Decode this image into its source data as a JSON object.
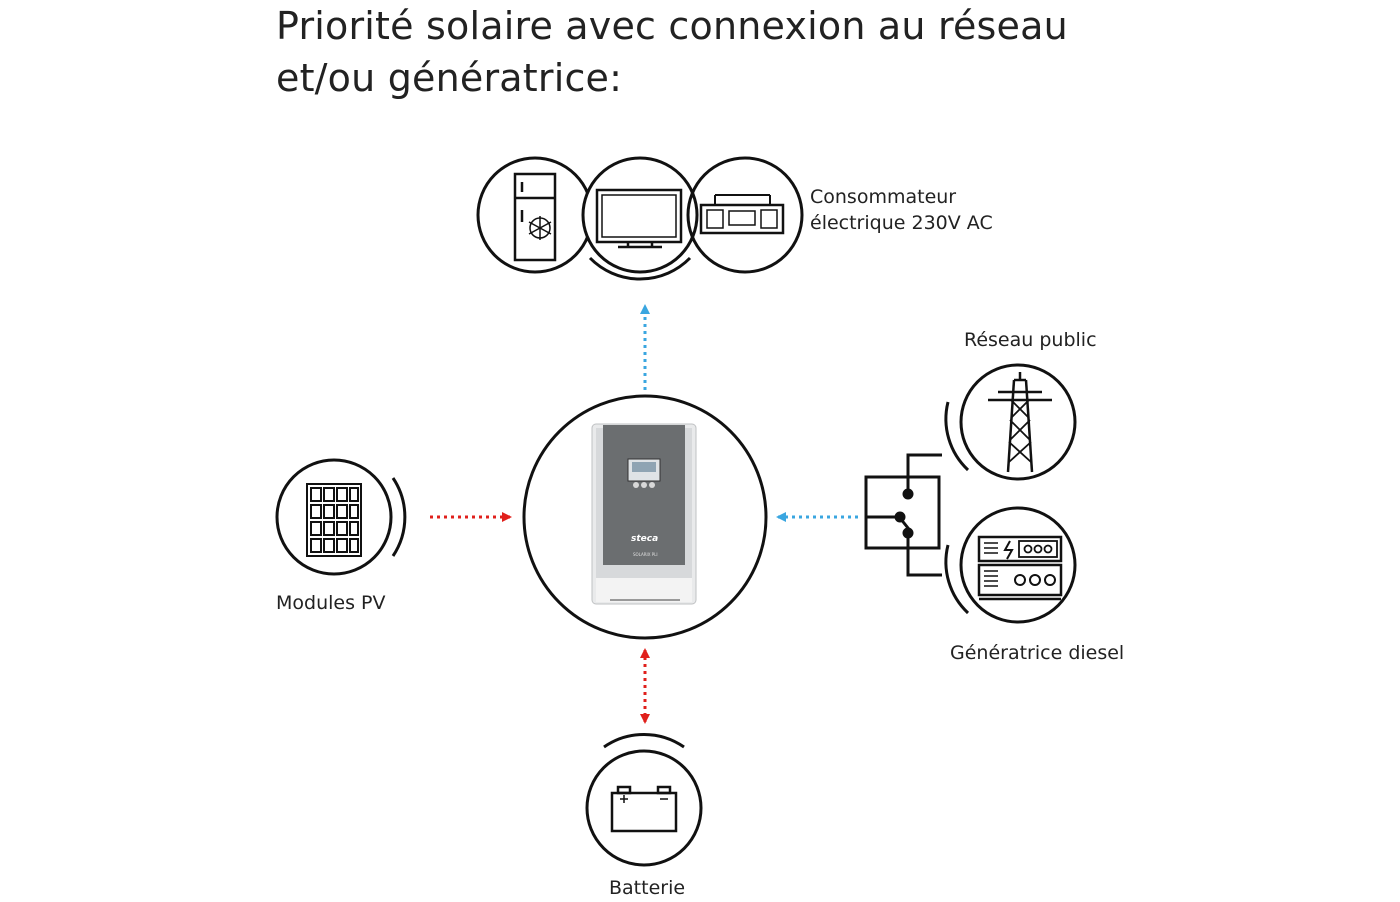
{
  "title": {
    "line1": "Priorité solaire avec connexion au réseau",
    "line2": "et/ou génératrice:"
  },
  "labels": {
    "consumer_line1": "Consommateur",
    "consumer_line2": "électrique 230V AC",
    "grid": "Réseau public",
    "generator": "Génératrice diesel",
    "pv": "Modules PV",
    "battery": "Batterie"
  },
  "device": {
    "brand": "steca",
    "model": "SOLARIX PLI"
  },
  "colors": {
    "ac_flow": "#3aa6e0",
    "dc_flow": "#e0201c",
    "line": "#111111",
    "device_panel": "#6b6e70"
  },
  "icons": {
    "consumers": [
      "fridge-icon",
      "tv-icon",
      "radio-icon"
    ],
    "grid": "pylon-icon",
    "generator": "generator-icon",
    "pv": "solar-panel-icon",
    "battery": "battery-icon",
    "switch": "changeover-switch-icon",
    "device": "inverter-icon"
  }
}
